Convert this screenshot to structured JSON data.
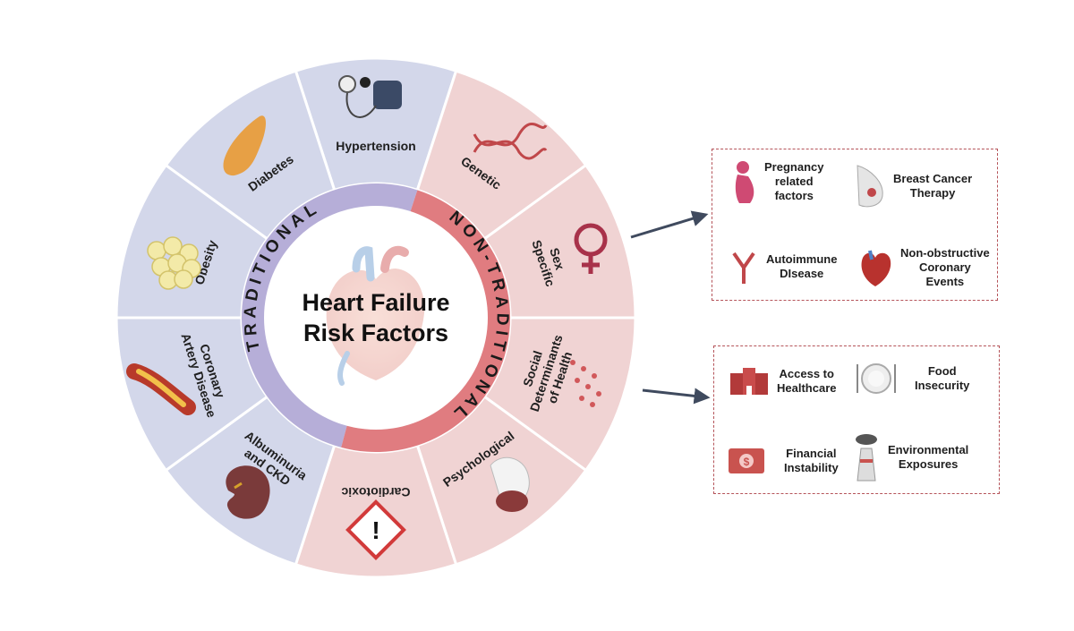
{
  "title": {
    "line1": "Heart Failure",
    "line2": "Risk Factors"
  },
  "ring": {
    "traditional": "TRADITIONAL",
    "non_traditional": "NON-TRADITIONAL"
  },
  "segments": {
    "hypertension": "Hypertension",
    "genetic": "Genetic",
    "sex_specific": [
      "Sex",
      "Specific"
    ],
    "social_determinants": [
      "Social",
      "Determinants",
      "of Health"
    ],
    "psychological": "Psychological",
    "cardiotoxic": "Cardiotoxic",
    "albuminuria": [
      "Albuminuria",
      "and CKD"
    ],
    "coronary": [
      "Coronary",
      "Artery Disease"
    ],
    "obesity": "Obesity",
    "diabetes": "Diabetes"
  },
  "sex_specific_box": {
    "pregnancy": [
      "Pregnancy",
      "related",
      "factors"
    ],
    "breast_cancer": [
      "Breast Cancer",
      "Therapy"
    ],
    "autoimmune": [
      "Autoimmune",
      "DIsease"
    ],
    "non_obstructive": [
      "Non-obstructive",
      "Coronary",
      "Events"
    ]
  },
  "social_box": {
    "access": [
      "Access to",
      "Healthcare"
    ],
    "food": [
      "Food",
      "Insecurity"
    ],
    "financial": [
      "Financial",
      "Instability"
    ],
    "environmental": [
      "Environmental",
      "Exposures"
    ]
  },
  "colors": {
    "traditional": "#d3d7ea",
    "non_traditional": "#f0d3d3",
    "ring_trad": "#b6aed8",
    "ring_nontrad": "#e07c80",
    "accent": "#b5545a"
  }
}
